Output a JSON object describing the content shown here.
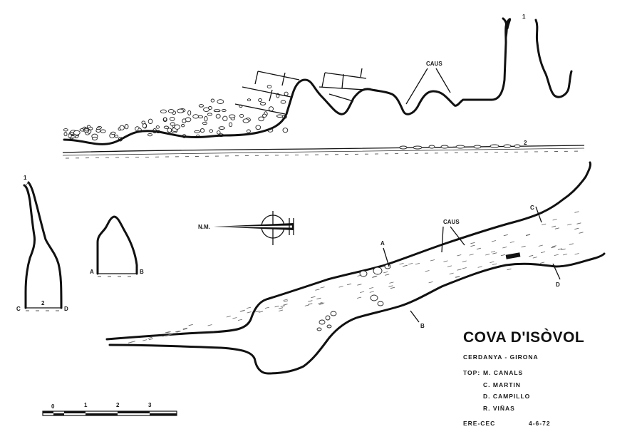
{
  "title": "COVA D'ISÒVOL",
  "region": "CERDANYA - GIRONA",
  "survey": {
    "top_label": "TOP:",
    "surveyors": [
      "M. CANALS",
      "C. MARTIN",
      "D. CAMPILLO",
      "R. VIÑAS"
    ]
  },
  "club": "ERE-CEC",
  "date": "4-6-72",
  "north_label": "N.M.",
  "labels": {
    "caus_profile": "CAUS",
    "caus_plan": "CAUS",
    "section_1_profile": "1",
    "section_2_profile": "2",
    "section_1_cross": "1",
    "section_2_cross": "2",
    "point_a": "A",
    "point_b": "B",
    "point_c": "C",
    "point_d": "D",
    "cross_a": "A",
    "cross_b": "B",
    "cross_c": "C",
    "cross_d": "D"
  },
  "scale": {
    "ticks": [
      "0",
      "1",
      "2",
      "3"
    ]
  },
  "colors": {
    "ink": "#111111",
    "paper": "#ffffff"
  }
}
